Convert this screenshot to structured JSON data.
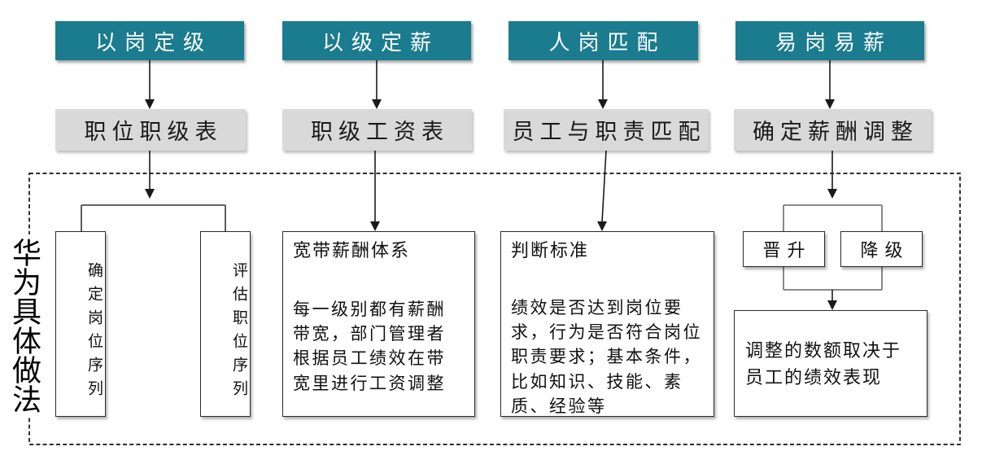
{
  "diagram_title": "华为具体做法",
  "colors": {
    "header_fill": "#1b7b8f",
    "header_text": "#ffffff",
    "sub_fill": "#d9d9d9",
    "box_border": "#2b2b2b",
    "connector": "#404040",
    "branch_gray": "#7a7a7a",
    "dashed_border": "#111111"
  },
  "group_label": "华为具体做法",
  "columns": [
    {
      "header": "以岗定级",
      "sub": "职位职级表",
      "children": [
        {
          "title": "确定岗位序列"
        },
        {
          "title": "评估职位序列"
        }
      ]
    },
    {
      "header": "以级定薪",
      "sub": "职级工资表",
      "detail": {
        "title": "宽带薪酬体系",
        "body": "每一级别都有薪酬带宽，部门管理者根据员工绩效在带宽里进行工资调整"
      }
    },
    {
      "header": "人岗匹配",
      "sub": "员工与职责匹配",
      "detail": {
        "title": "判断标准",
        "body": "绩效是否达到岗位要求，行为是否符合岗位职责要求；基本条件，比如知识、技能、素质、经验等"
      }
    },
    {
      "header": "易岗易薪",
      "sub": "确定薪酬调整",
      "options": [
        "晋升",
        "降级"
      ],
      "result": "调整的数额取决于员工的绩效表现"
    }
  ]
}
